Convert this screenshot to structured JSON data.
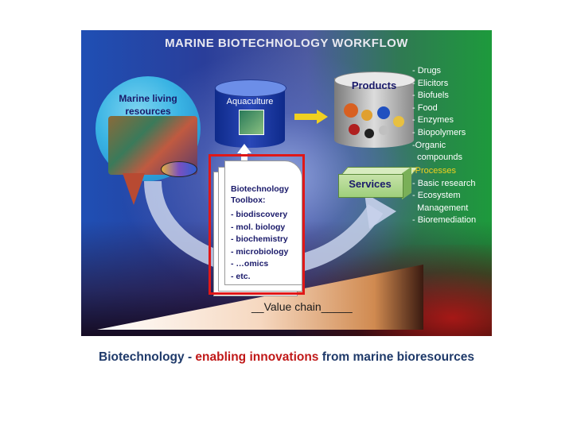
{
  "figure": {
    "title": "MARINE BIOTECHNOLOGY WORKFLOW",
    "marine_living_resources": "Marine living resources",
    "aquaculture": "Aquaculture",
    "products": "Products",
    "services": "Services",
    "products_list": [
      "- Drugs",
      "- Elicitors",
      "- Biofuels",
      "- Food",
      "- Enzymes",
      "- Biopolymers",
      "-Organic",
      "  compounds"
    ],
    "services_list": [
      "-Processes",
      "- Basic research",
      "- Ecosystem",
      "  Management",
      "- Bioremediation"
    ],
    "toolbox_title": "Biotechnology Toolbox:",
    "toolbox_items": [
      "- biodiscovery",
      "- mol. biology",
      "- biochemistry",
      "- microbiology",
      "- …omics",
      "- etc."
    ],
    "value_chain": "__Value chain_____",
    "colors": {
      "frame_red": "#e01818",
      "highlight_yellow": "#f0d020",
      "caption_red": "#c01818",
      "caption_blue": "#1f3a6a"
    }
  },
  "caption": {
    "part1": "Biotechnology - ",
    "part2": "enabling innovations",
    "part3": " from marine bioresources"
  }
}
